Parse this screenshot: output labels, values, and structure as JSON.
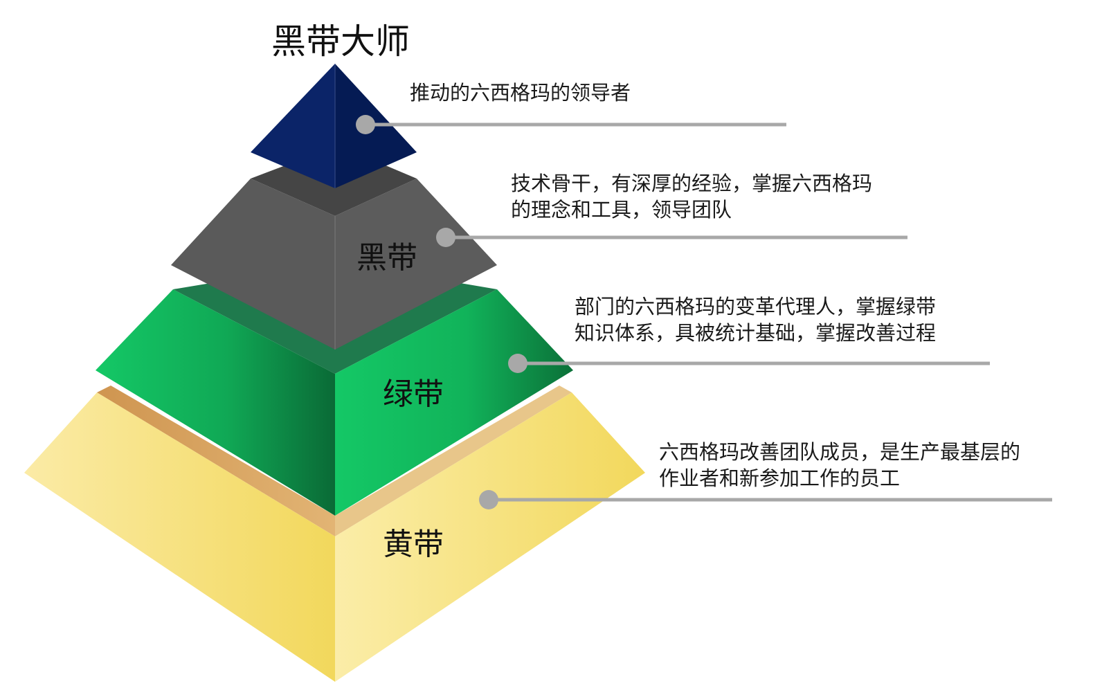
{
  "title": "黑带大师",
  "tiers": [
    {
      "id": "master-black-belt",
      "label": "",
      "description_lines": [
        "推动的六西格玛的领导者"
      ],
      "colors": {
        "left": "#0b2468",
        "right": "#051a52"
      }
    },
    {
      "id": "black-belt",
      "label": "黑带",
      "description_lines": [
        "技术骨干，有深厚的经验，掌握六西格玛",
        "的理念和工具，领导团队"
      ],
      "colors": {
        "face": "#5a5a5a",
        "top": "#444444"
      }
    },
    {
      "id": "green-belt",
      "label": "绿带",
      "description_lines": [
        "部门的六西格玛的变革代理人，掌握绿带",
        "知识体系，具被统计基础，掌握改善过程"
      ],
      "colors": {
        "light": "#14c462",
        "dark": "#0b6e38",
        "top": "#1f7a4d"
      }
    },
    {
      "id": "yellow-belt",
      "label": "黄带",
      "description_lines": [
        "六西格玛改善团队成员，是生产最基层的",
        "作业者和新参加工作的员工"
      ],
      "colors": {
        "light": "#fbeba6",
        "dark": "#f2d85c",
        "top_left": "#d39b55",
        "top_right": "#e8c88c"
      }
    }
  ],
  "connector": {
    "color": "#a8a8a8"
  }
}
